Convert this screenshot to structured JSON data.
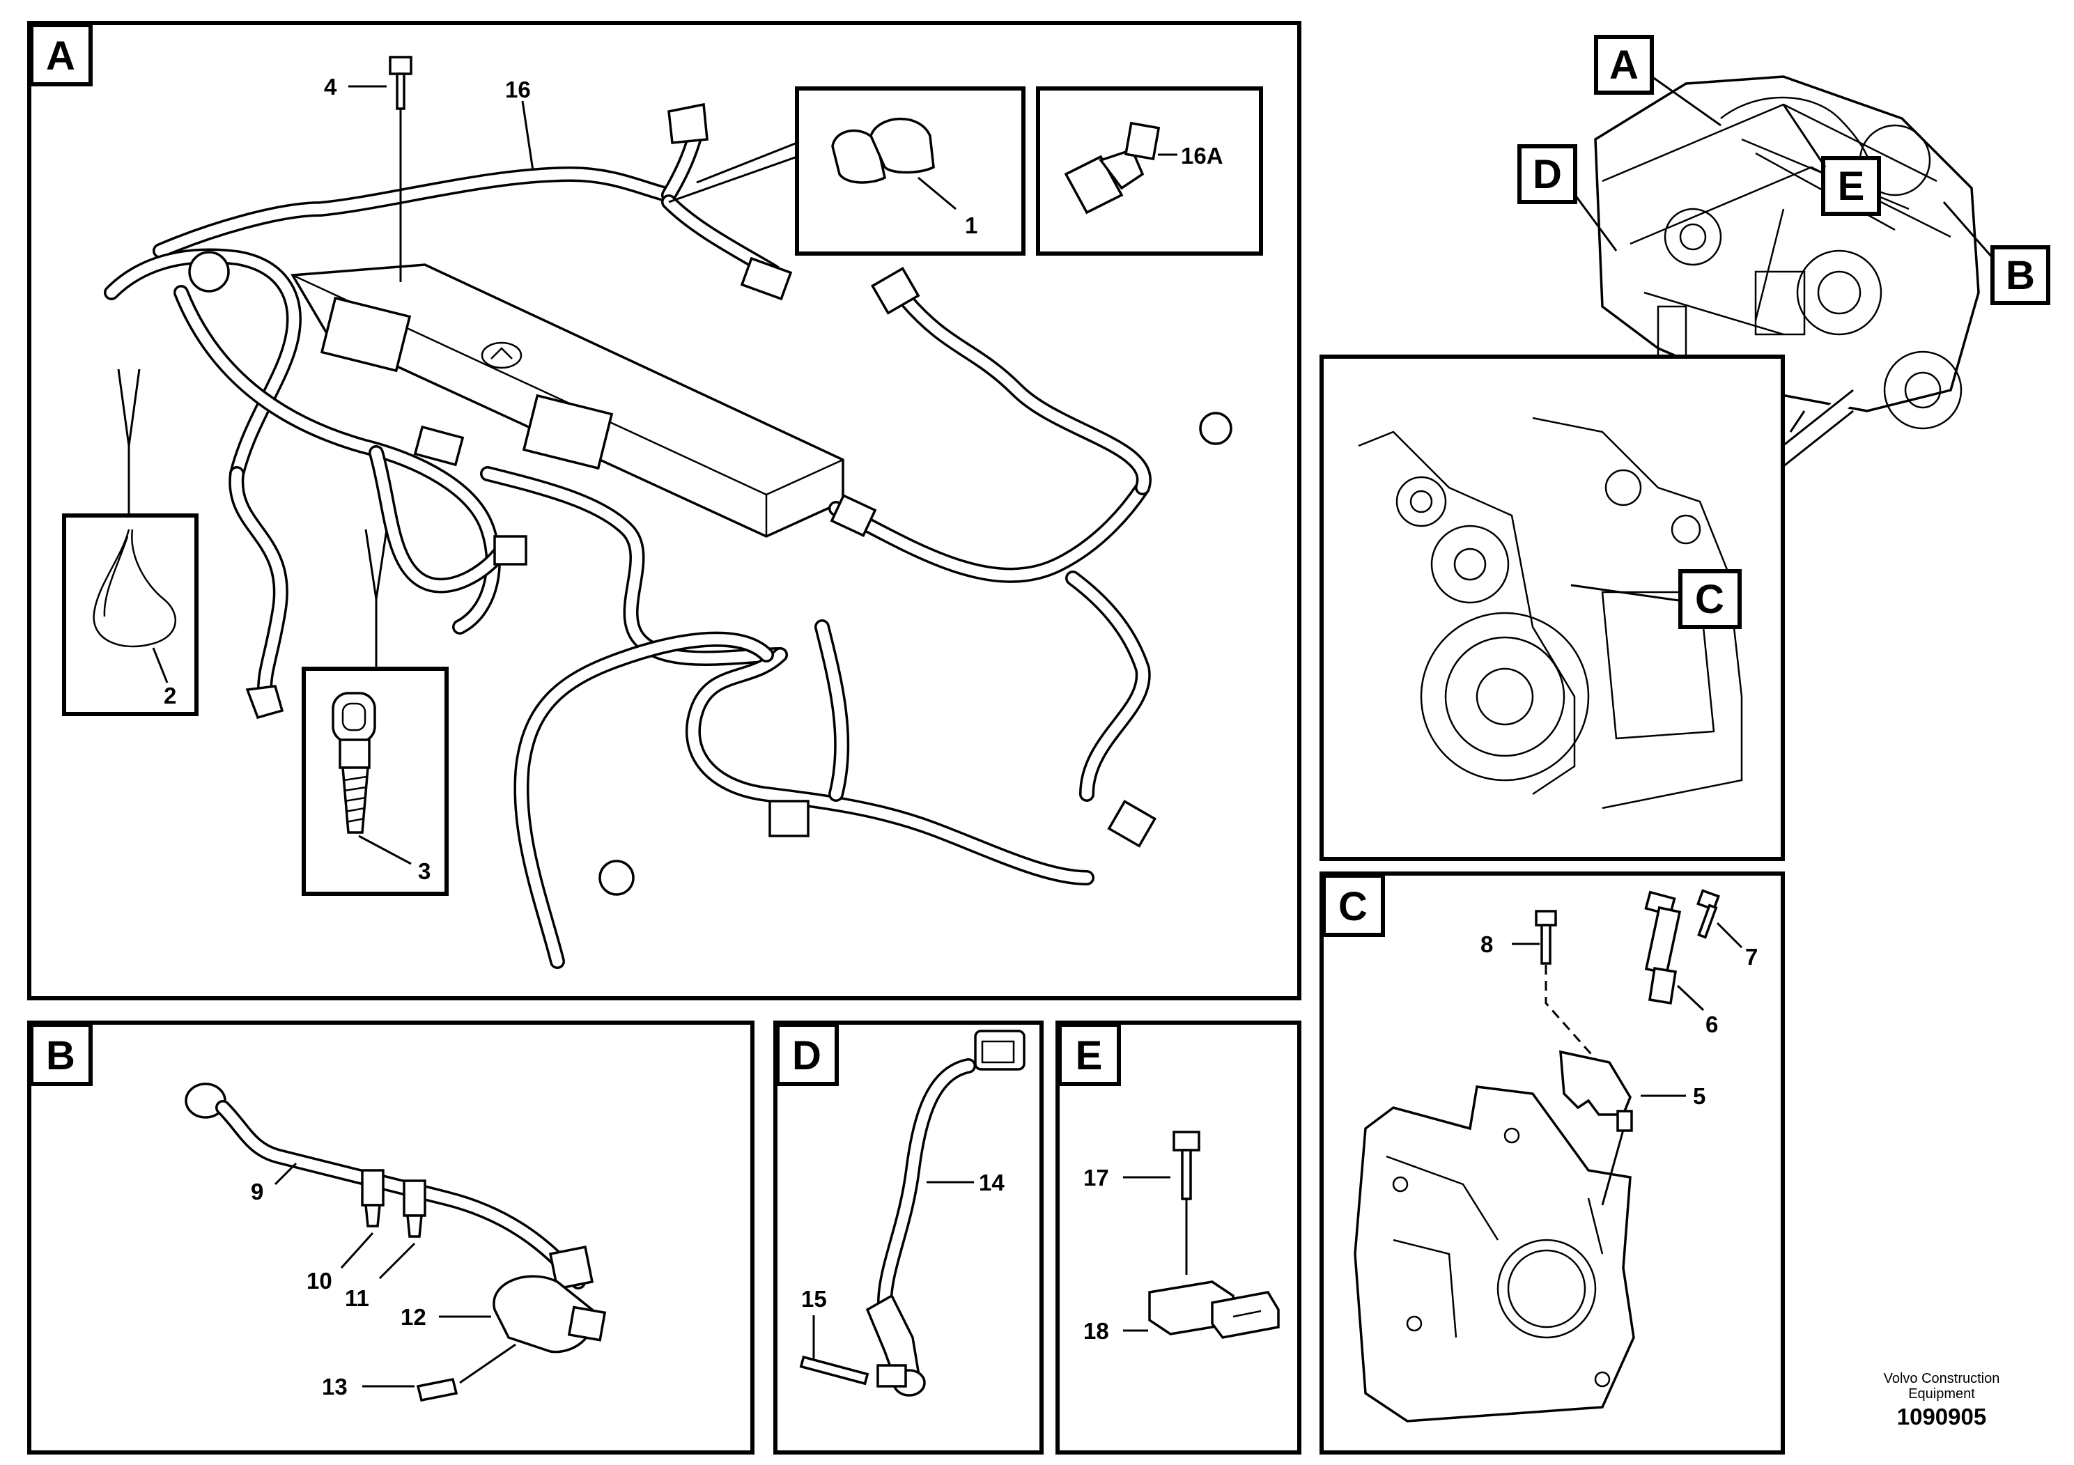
{
  "views": {
    "A": "A",
    "B": "B",
    "C": "C",
    "D": "D",
    "E": "E"
  },
  "overview": {
    "callouts": [
      "A",
      "B",
      "C",
      "D",
      "E"
    ]
  },
  "parts": {
    "p1": "1",
    "p2": "2",
    "p3": "3",
    "p4": "4",
    "p5": "5",
    "p6": "6",
    "p7": "7",
    "p8": "8",
    "p9": "9",
    "p10": "10",
    "p11": "11",
    "p12": "12",
    "p13": "13",
    "p14": "14",
    "p15": "15",
    "p16": "16",
    "p16a": "16A",
    "p17": "17",
    "p18": "18"
  },
  "footer": {
    "company_line1": "Volvo Construction",
    "company_line2": "Equipment",
    "drawing_number": "1090905"
  }
}
